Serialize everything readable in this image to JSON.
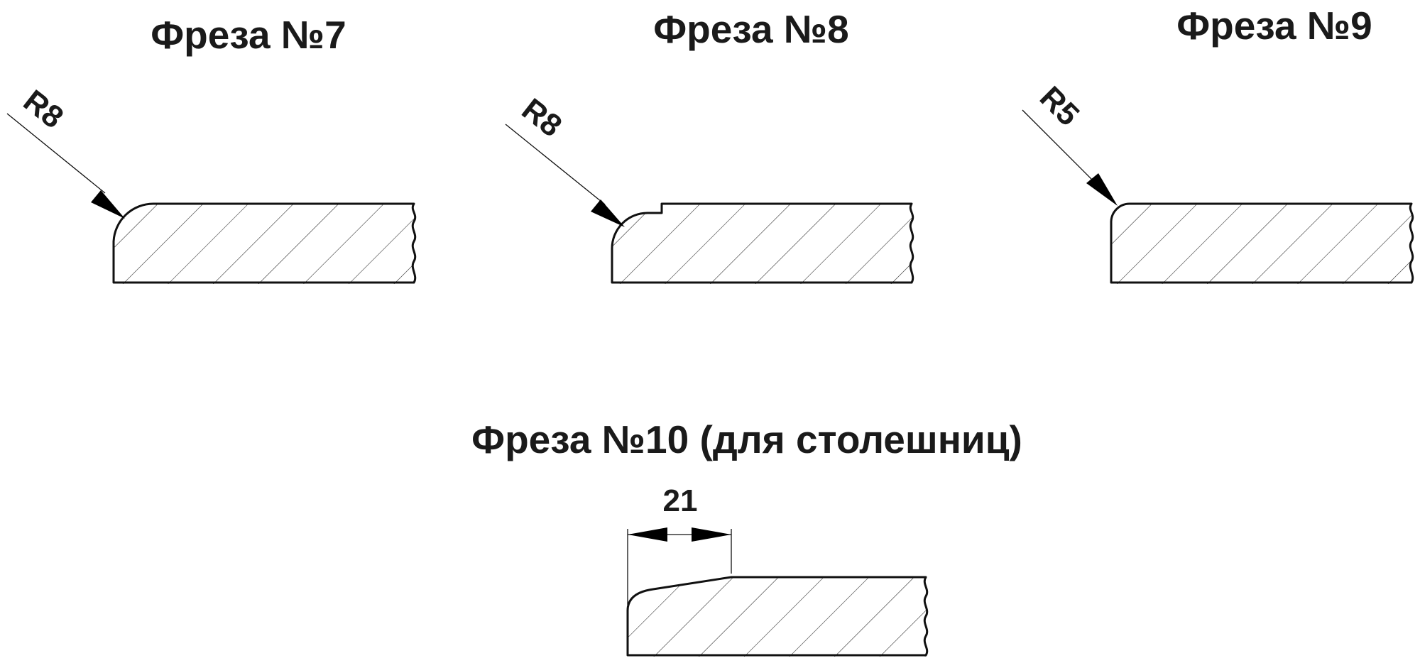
{
  "profiles": [
    {
      "id": "p7",
      "title": "Фреза №7",
      "radius_label": "R8"
    },
    {
      "id": "p8",
      "title": "Фреза №8",
      "radius_label": "R8"
    },
    {
      "id": "p9",
      "title": "Фреза №9",
      "radius_label": "R5"
    },
    {
      "id": "p10",
      "title": "Фреза №10 (для столешниц)",
      "width_label": "21"
    }
  ],
  "colors": {
    "line": "#111111",
    "text": "#1a1a1a",
    "background": "#ffffff"
  }
}
